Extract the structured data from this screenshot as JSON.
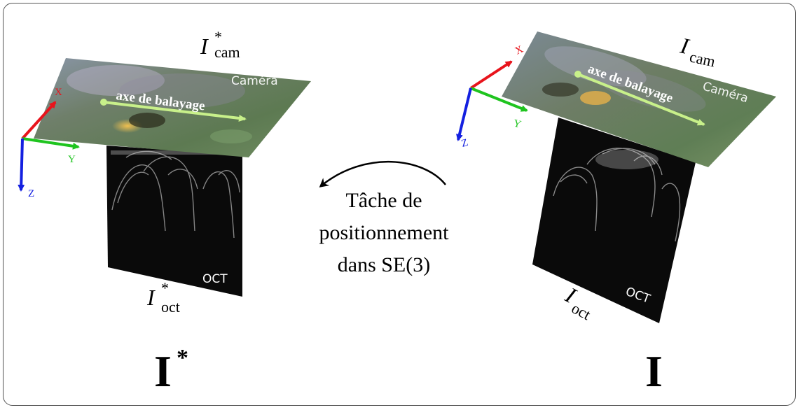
{
  "left": {
    "cam_label_main": "I",
    "cam_label_sup": "*",
    "cam_label_sub": "cam",
    "oct_label_main": "I",
    "oct_label_sup": "*",
    "oct_label_sub": "oct",
    "cam_tag": "Caméra",
    "oct_tag": "OCT",
    "scan_axis": "axe de balayage",
    "axis_x": "X",
    "axis_y": "Y",
    "axis_z": "Z",
    "big_label": "I",
    "big_label_sup": "*"
  },
  "right": {
    "cam_label_main": "I",
    "cam_label_sub": "cam",
    "oct_label_main": "I",
    "oct_label_sub": "oct",
    "cam_tag": "Caméra",
    "oct_tag": "OCT",
    "scan_axis": "axe de balayage",
    "axis_x": "X",
    "axis_y": "Y",
    "axis_z": "Z",
    "big_label": "I"
  },
  "center": {
    "task_line1": "Tâche de",
    "task_line2": "positionnement",
    "task_line3": "dans SE(3)"
  },
  "colors": {
    "axis_x": "#e8141c",
    "axis_y": "#1fc41f",
    "axis_z": "#1420e0",
    "scan_arrow": "#c8f08a",
    "oct_bg": "#0a0a0a"
  }
}
